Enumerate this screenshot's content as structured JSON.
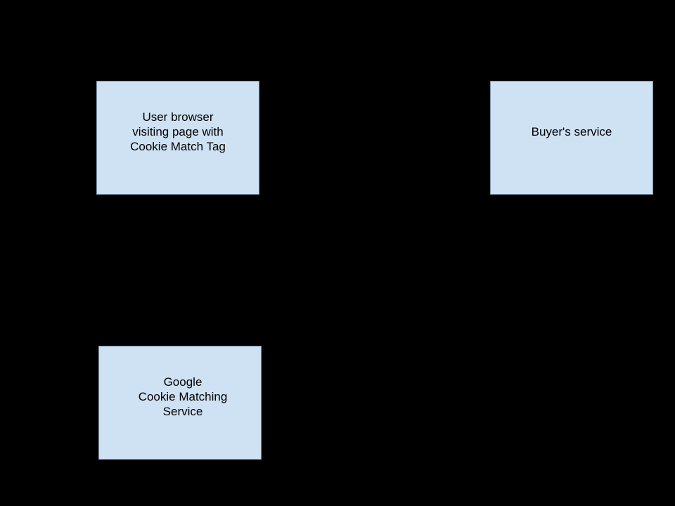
{
  "diagram": {
    "background_color": "#000000",
    "node_fill_color": "#cfe2f3",
    "node_border_color": "#7d93a8",
    "text_color": "#000000",
    "nodes": [
      {
        "id": "user-browser",
        "lines": [
          "User browser",
          "visiting page with",
          "Cookie Match Tag"
        ]
      },
      {
        "id": "buyers-service",
        "lines": [
          "Buyer's service"
        ]
      },
      {
        "id": "google-cookie-matching-service",
        "lines": [
          "Google",
          "Cookie Matching",
          "Service"
        ]
      }
    ]
  }
}
